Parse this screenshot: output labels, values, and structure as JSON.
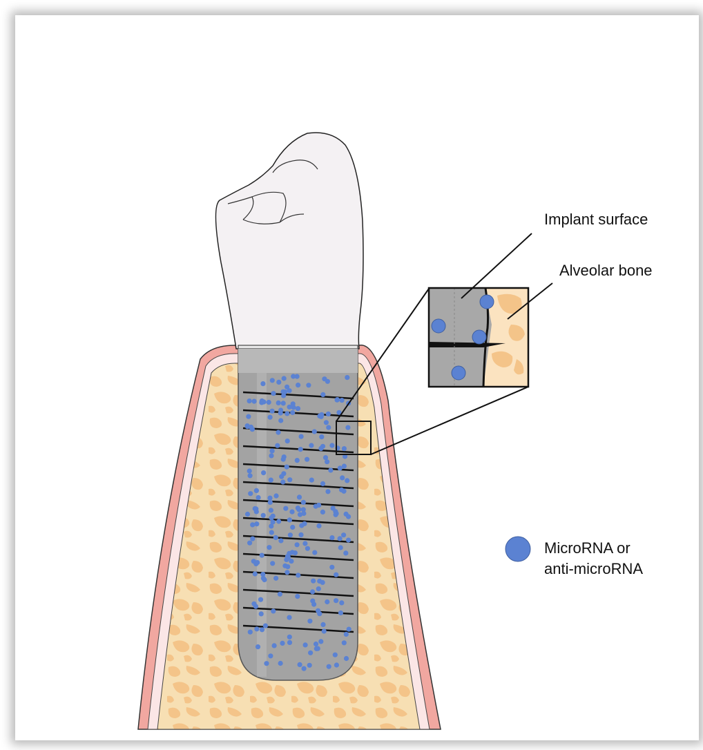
{
  "labels": {
    "implant_surface": "Implant surface",
    "alveolar_bone": "Alveolar bone",
    "legend_line1": "MicroRNA or",
    "legend_line2": "anti-microRNA"
  },
  "colors": {
    "dot": "#5b82d2",
    "implant": "#a3a3a3",
    "bone": "#f7dfb3",
    "bone_spot": "#f4c489",
    "gum": "#f1a7a0",
    "tooth": "#f4f1f3"
  },
  "icons": [
    "tooth-crown-icon",
    "implant-icon",
    "microrna-dot-icon"
  ]
}
